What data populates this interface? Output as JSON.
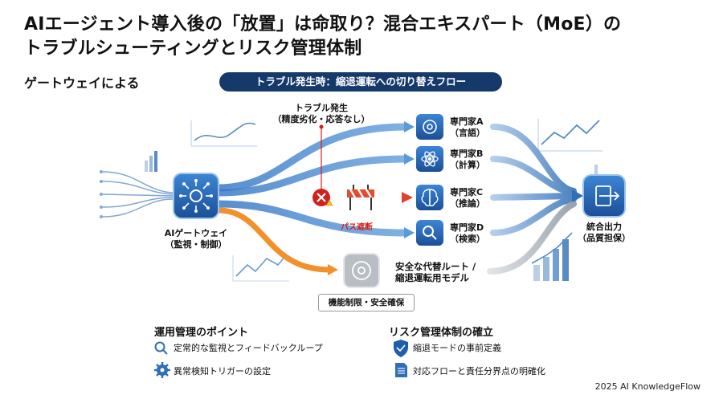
{
  "title_line1": "AIエージェント導入後の「放置」は命取り？混合エキスパート（MoE）の",
  "title_line2": "トラブルシューティングとリスク管理体制",
  "subtitle": "ゲートウェイによる",
  "banner": "トラブル発生時：縮退運転への切り替えフロー",
  "trouble_label": [
    "トラブル発生",
    "（精度劣化・応答なし）"
  ],
  "gateway_label": [
    "AIゲートウェイ",
    "（監視・制御）"
  ],
  "cut_label": "パス遮断",
  "experts": [
    {
      "name": "専門家A",
      "role": "（言語）",
      "icon": "chat-icon"
    },
    {
      "name": "専門家B",
      "role": "（計算）",
      "icon": "atom-icon"
    },
    {
      "name": "専門家C",
      "role": "（推論）",
      "icon": "brain-icon"
    },
    {
      "name": "専門家D",
      "role": "（検索）",
      "icon": "search-icon"
    }
  ],
  "fallback_label": [
    "安全な代替ルート /",
    "縮退運転用モデル"
  ],
  "fallback_box": "機能制限・安全確保",
  "output_label": [
    "統合出力",
    "（品質担保）"
  ],
  "ops_section": {
    "title": "運用管理のポイント",
    "items": [
      {
        "text": "定常的な監視とフィードバックループ",
        "icon": "magnifier-icon"
      },
      {
        "text": "異常検知トリガーの設定",
        "icon": "gear-icon"
      }
    ]
  },
  "risk_section": {
    "title": "リスク管理体制の確立",
    "items": [
      {
        "text": "縮退モードの事前定義",
        "icon": "shield-check-icon"
      },
      {
        "text": "対応フローと責任分界点の明確化",
        "icon": "document-icon"
      }
    ]
  },
  "footer": "2025 AI KnowledgeFlow",
  "colors": {
    "navy": "#16396b",
    "blue": "#2f6fb7",
    "orange": "#f2902b",
    "red": "#d0211c",
    "gray": "#9aa3ad"
  }
}
